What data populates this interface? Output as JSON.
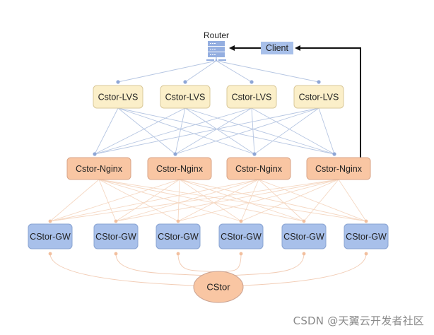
{
  "router": {
    "label": "Router",
    "icon": "server-rack-icon"
  },
  "client": {
    "label": "Client"
  },
  "lvs_layer": {
    "nodes": [
      "Cstor-LVS",
      "Cstor-LVS",
      "Cstor-LVS",
      "Cstor-LVS"
    ]
  },
  "nginx_layer": {
    "nodes": [
      "Cstor-Nginx",
      "Cstor-Nginx",
      "Cstor-Nginx",
      "Cstor-Nginx"
    ]
  },
  "gw_layer": {
    "nodes": [
      "CStor-GW",
      "CStor-GW",
      "CStor-GW",
      "CStor-GW",
      "CStor-GW",
      "CStor-GW"
    ]
  },
  "storage": {
    "label": "CStor"
  },
  "edges": {
    "router_to_lvs": "all",
    "lvs_to_nginx": "full-mesh",
    "nginx_to_gw": "full-mesh",
    "gw_to_storage": "all",
    "response_path": [
      "Cstor-Nginx #4",
      "Client",
      "Router"
    ]
  },
  "colors": {
    "lvs_fill": "#fbefc9",
    "lvs_stroke": "#d9c89a",
    "nginx_fill": "#f9c6a3",
    "nginx_stroke": "#d8a488",
    "gw_fill": "#a8c0ea",
    "gw_stroke": "#8aa4d2",
    "storage_fill": "#f9c6a3",
    "client_fill": "#a8c0ea",
    "blue_edge": "#b6c6e2",
    "orange_edge": "#f5d8c3",
    "arrow": "#111111"
  },
  "watermark": "CSDN @天翼云开发者社区"
}
